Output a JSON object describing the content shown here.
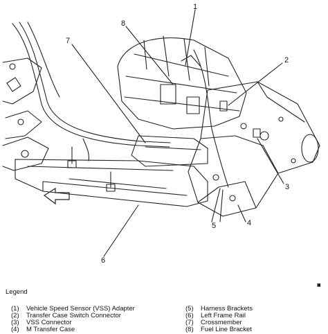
{
  "callouts": [
    "1",
    "2",
    "3",
    "4",
    "5",
    "6",
    "7",
    "8"
  ],
  "legend": {
    "title": "Legend",
    "left": [
      {
        "num": "(1)",
        "text": "Vehicle Speed Sensor (VSS) Adapter"
      },
      {
        "num": "(2)",
        "text": "Transfer Case Switch Connector"
      },
      {
        "num": "(3)",
        "text": "VSS Connector"
      },
      {
        "num": "(4)",
        "text": "M Transfer Case"
      }
    ],
    "right": [
      {
        "num": "(5)",
        "text": "Harness Brackets"
      },
      {
        "num": "(6)",
        "text": "Left Frame Rail"
      },
      {
        "num": "(7)",
        "text": "Crossmember"
      },
      {
        "num": "(8)",
        "text": "Fuel Line Bracket"
      }
    ]
  }
}
